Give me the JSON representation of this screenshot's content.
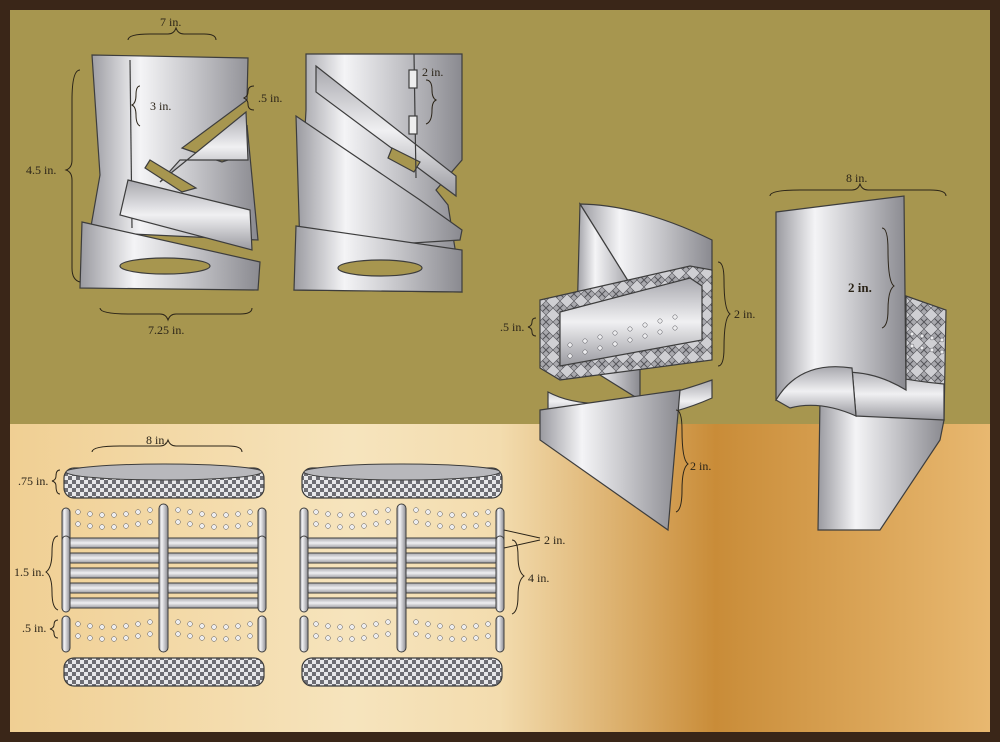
{
  "colors": {
    "frame": "#3a2618",
    "olive_panel": "#a7964f",
    "tan_panel_light": "#f3dca8",
    "tan_panel_dark": "#c9913e",
    "metal_light": "#f2f2f4",
    "metal_mid": "#c4c4c8",
    "metal_dark": "#8e8e94",
    "outline": "#3d3d3d"
  },
  "labels": {
    "cuff1_top_width": "7 in.",
    "cuff1_slot_height": "3 in.",
    "cuff1_height": "4.5 in.",
    "cuff1_bottom_width": "7.25 in.",
    "cuff_gap": ".5 in.",
    "cuff2_hinge_height": "2 in.",
    "wrap1_band_height": "2 in.",
    "wrap1_band_edge": ".5 in.",
    "wrap1_lower_height": "2 in.",
    "wrap2_width": "8 in.",
    "wrap2_panel_height": "2 in.",
    "bead1_width": "8 in.",
    "bead1_top_band": ".75 in.",
    "bead1_mid_band": "1.5 in.",
    "bead1_small_band": ".5 in.",
    "bead2_band": "2 in.",
    "bead2_total": "4 in."
  }
}
